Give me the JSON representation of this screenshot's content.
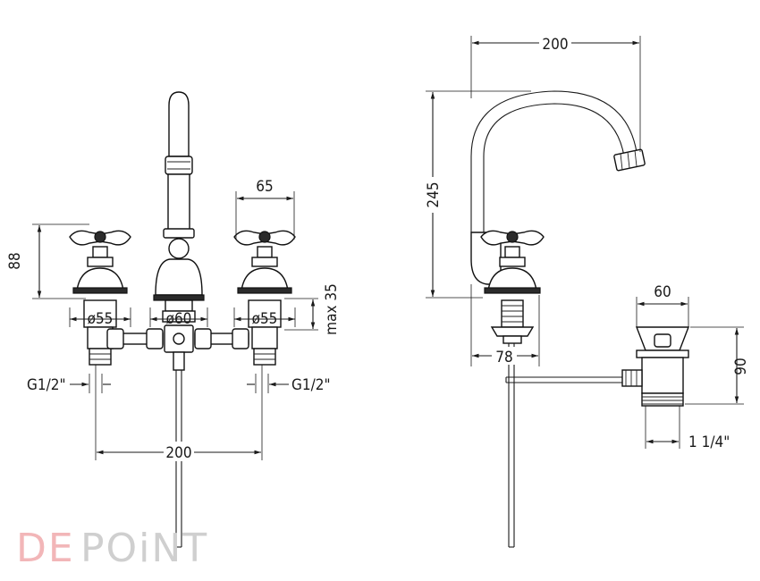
{
  "dimensions": {
    "front_handle_height": "88",
    "valve_spacing": "65",
    "max_depth": "max 35",
    "left_flange": "ø55",
    "center_flange": "ø60",
    "right_flange": "ø55",
    "left_thread": "G1/2\"",
    "right_thread": "G1/2\"",
    "total_width": "200",
    "spout_reach": "200",
    "spout_height": "245",
    "body_base": "78",
    "drain_width": "60",
    "drain_height": "90",
    "drain_thread": "1 1/4\""
  },
  "logo": {
    "part_a": "DE",
    "part_b": "POiNT"
  },
  "colors": {
    "line": "#1a1a1a",
    "logo_accent": "#f2b6b8",
    "logo_grey": "#cfcfcf"
  }
}
